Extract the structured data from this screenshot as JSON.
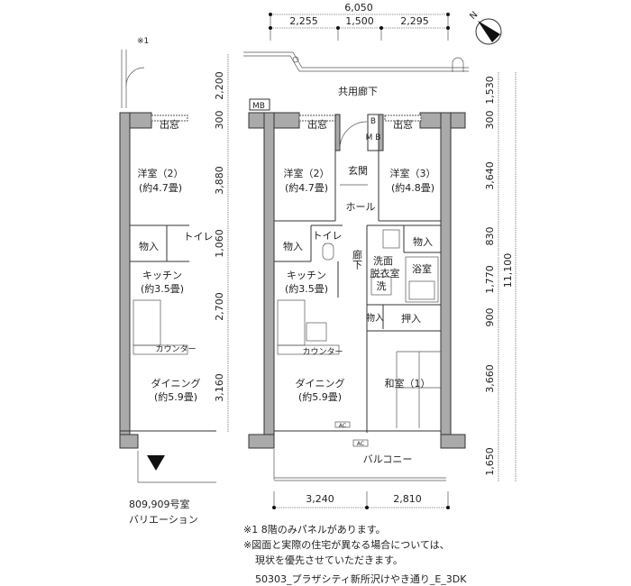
{
  "header": {
    "total_width": "6,050",
    "widths": [
      "2,255",
      "1,500",
      "2,295"
    ]
  },
  "compass": {
    "label": "N"
  },
  "left_plan": {
    "note_marker": "※1",
    "rooms": {
      "window": "出窓",
      "western": "洋室（2）",
      "western_size": "(約4.7畳)",
      "storage": "物入",
      "toilet": "トイレ",
      "kitchen": "キッチン",
      "kitchen_size": "(約3.5畳)",
      "counter": "カウンター",
      "dining": "ダイニング",
      "dining_size": "(約5.9畳)"
    },
    "dims": [
      "2,200",
      "300",
      "3,880",
      "1,060",
      "2,700",
      "3,160"
    ],
    "caption": [
      "809,909号室",
      "バリエーション"
    ]
  },
  "main_plan": {
    "corridor": "共用廊下",
    "mb": "MB",
    "b_label": "B",
    "mb_small": "M B",
    "rooms": {
      "window1": "出窓",
      "window2": "出窓",
      "western2": "洋室（2）",
      "western2_size": "(約4.7畳)",
      "entrance": "玄関",
      "hall": "ホール",
      "western3": "洋室（3）",
      "western3_size": "(約4.8畳)",
      "storage1": "物入",
      "toilet": "トイレ",
      "hallway": "廊下",
      "washroom1": "洗面",
      "washroom2": "脱衣室",
      "washer": "洗",
      "storage2": "物入",
      "bath": "浴室",
      "kitchen": "キッチン",
      "kitchen_size": "(約3.5畳)",
      "storage3": "物入",
      "closet": "押入",
      "counter": "カウンター",
      "dining": "ダイニング",
      "dining_size": "(約5.9畳)",
      "japanese": "和室（1）",
      "balcony": "バルコニー",
      "ac1": "AC",
      "ac2": "AC"
    },
    "right_dims": [
      "1,530",
      "300",
      "3,640",
      "830",
      "1,770",
      "900",
      "3,660",
      "1,650"
    ],
    "right_total": "11,100",
    "bottom_dims": [
      "3,240",
      "2,810"
    ]
  },
  "notes": [
    "※1 8階のみパネルがあります。",
    "※図面と実際の住宅が異なる場合については、",
    "現状を優先させていただきます。"
  ],
  "footer": "50303_プラザシティ新所沢けやき通り_E_3DK"
}
